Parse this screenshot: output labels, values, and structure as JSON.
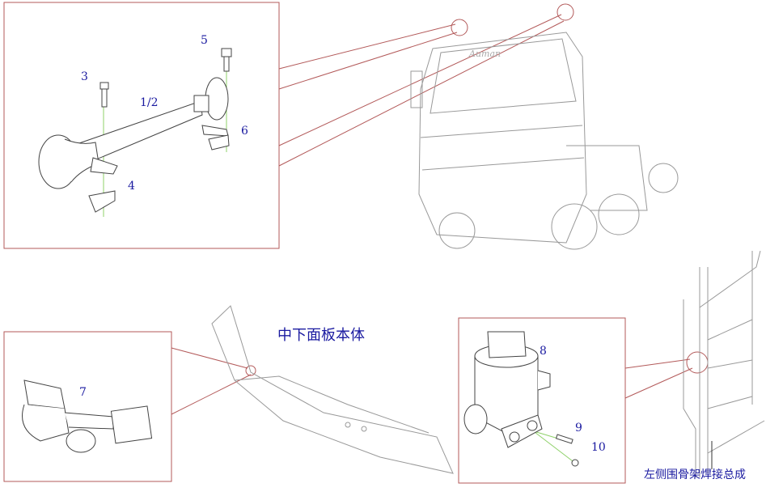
{
  "colors": {
    "callout": "#b35a5a",
    "label": "#1a1aa0",
    "axis": "#8fd16a",
    "drawing": "#555555"
  },
  "callouts": {
    "horn": {
      "parts": [
        "1/2",
        "3",
        "4",
        "5",
        "6"
      ]
    },
    "sensor": {
      "parts": [
        "7"
      ]
    },
    "valve": {
      "parts": [
        "8",
        "9",
        "10"
      ]
    }
  },
  "assemblies": {
    "panel": "中下面板本体",
    "side_frame": "左侧围骨架焊接总成"
  },
  "truck": {
    "brand": "Auman"
  }
}
